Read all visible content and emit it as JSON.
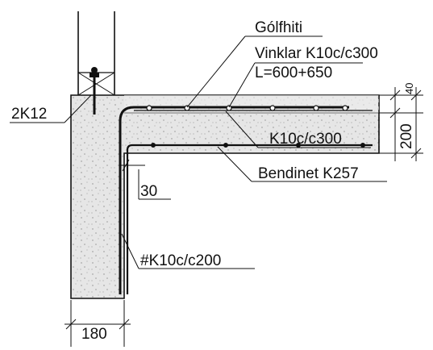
{
  "labels": {
    "floor_heating": "Gólfhiti",
    "angles_line1": "Vinklar K10c/c300",
    "angles_line2": "L=600+650",
    "top_bars": "K10c/c300",
    "mesh": "Bendinet K257",
    "tie_bars": "2K12",
    "cover": "30",
    "wall_mesh": "#K10c/c200"
  },
  "dimensions": {
    "top_layer": "40",
    "slab_thickness": "200",
    "wall_width": "180"
  },
  "colors": {
    "line": "#111111",
    "concrete_fill": "#e6e6e6",
    "speckle": "#8a8a8a"
  }
}
